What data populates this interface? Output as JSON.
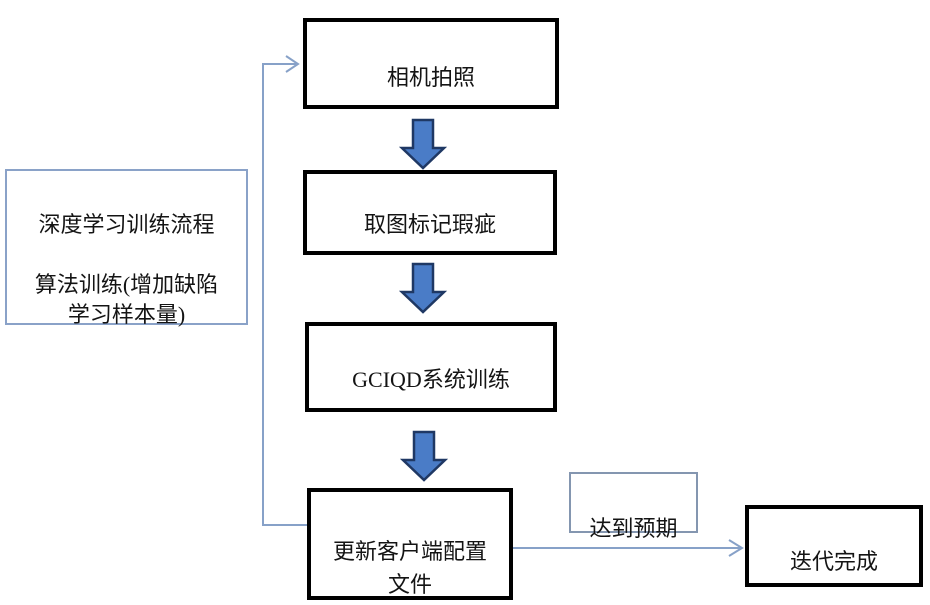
{
  "colors": {
    "background": "#ffffff",
    "node_border_heavy": "#000000",
    "note_border": "#8aa2c8",
    "expect_border": "#8496b0",
    "connector": "#87a1c8",
    "block_arrow_fill": "#4a7cc7",
    "block_arrow_stroke": "#1f3864",
    "text": "#141414"
  },
  "nodes": {
    "camera": {
      "label": "相机拍照"
    },
    "mark_defects": {
      "label": "取图标记瑕疵"
    },
    "gciqd_training": {
      "label": "GCIQD系统训练"
    },
    "update_config": {
      "label": "更新客户端配置\n文件"
    },
    "iteration_done": {
      "label": "迭代完成"
    },
    "expectation": {
      "label": "达到预期"
    },
    "process_note": {
      "label": "深度学习训练流程\n\n算法训练(增加缺陷\n学习样本量)"
    }
  }
}
